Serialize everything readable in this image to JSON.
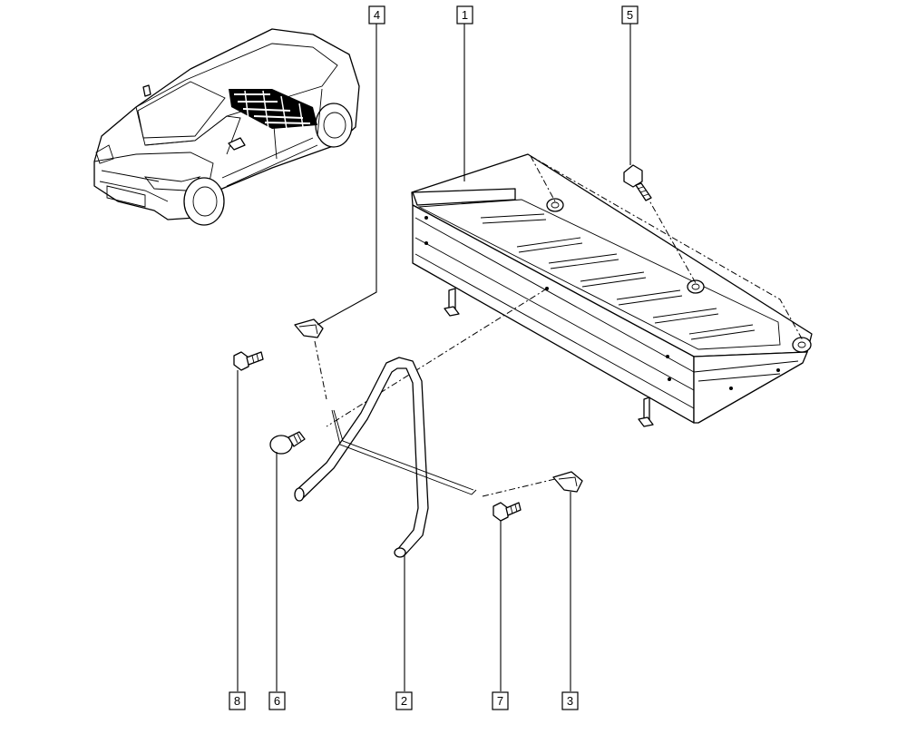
{
  "callouts": [
    {
      "id": "1",
      "text": "1"
    },
    {
      "id": "2",
      "text": "2"
    },
    {
      "id": "3",
      "text": "3"
    },
    {
      "id": "4",
      "text": "4"
    },
    {
      "id": "5",
      "text": "5"
    },
    {
      "id": "6",
      "text": "6"
    },
    {
      "id": "7",
      "text": "7"
    },
    {
      "id": "8",
      "text": "8"
    }
  ],
  "parts": [
    {
      "callout": "1",
      "icon": "cargo-floor-tray-icon"
    },
    {
      "callout": "2",
      "icon": "drain-hose-icon"
    },
    {
      "callout": "3",
      "icon": "clip-icon"
    },
    {
      "callout": "4",
      "icon": "clip-icon"
    },
    {
      "callout": "5",
      "icon": "bolt-icon"
    },
    {
      "callout": "6",
      "icon": "bolt-icon"
    },
    {
      "callout": "7",
      "icon": "bolt-icon"
    },
    {
      "callout": "8",
      "icon": "bolt-icon"
    }
  ],
  "vehicle": {
    "icon": "car-location-icon"
  }
}
